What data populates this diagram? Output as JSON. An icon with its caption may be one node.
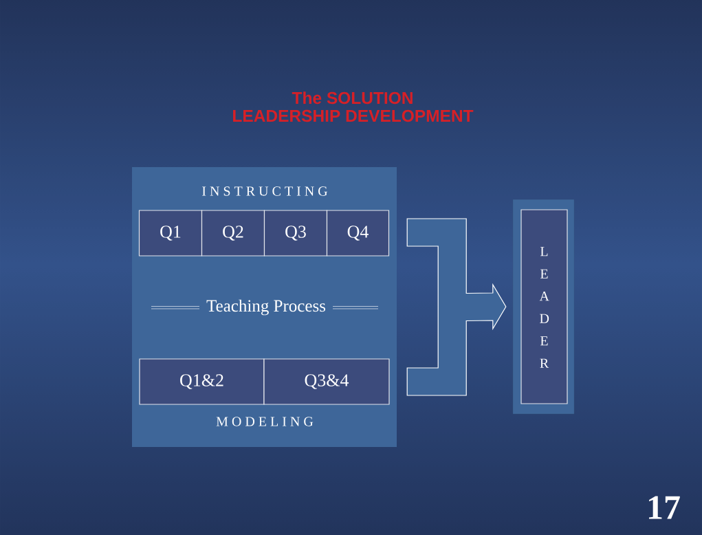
{
  "diagram": {
    "title": "The SOLUTION LEADERSHIP DEVELOPMENT",
    "nodes": [
      {
        "text": [
          "I N S T R U C T I N G",
          "Teaching Process",
          "M O D E L I N G"
        ]
      },
      {
        "text": [
          "Q1"
        ],
        "in": 0
      },
      {
        "text": [
          "Q2"
        ],
        "in": 0
      },
      {
        "text": [
          "Q3"
        ],
        "in": 0
      },
      {
        "text": [
          "Q4"
        ],
        "in": 0
      },
      {
        "text": [
          "Q1&2"
        ],
        "in": 0
      },
      {
        "text": [
          "Q3&4"
        ],
        "in": 0
      },
      {
        "text": [],
        "shape": "box"
      },
      {
        "text": [
          "L E A D E R"
        ],
        "in": 7
      }
    ],
    "edges": [
      {
        "from": 0,
        "to": 7,
        "arrow": "to"
      }
    ],
    "labels": [
      "17"
    ]
  }
}
